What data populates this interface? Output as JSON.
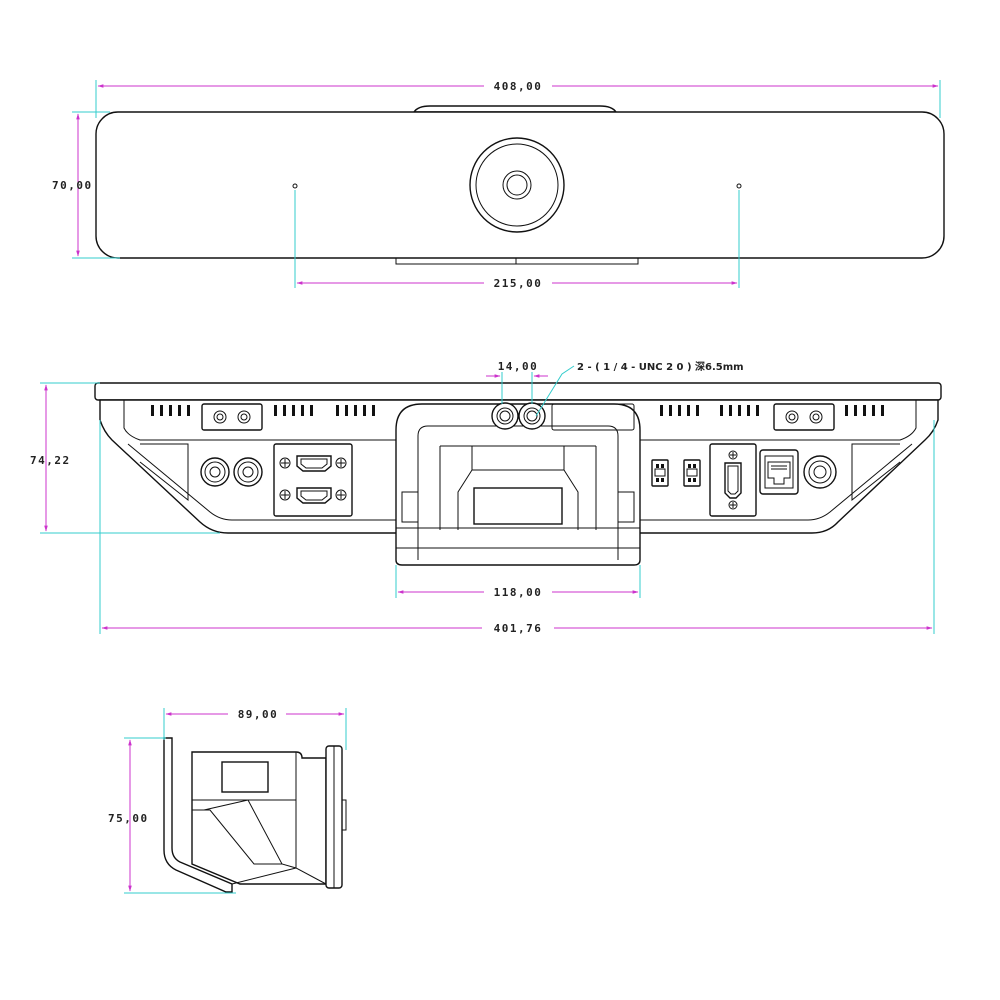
{
  "front_view": {
    "width_dim": "408,00",
    "height_dim": "70,00",
    "mic_spacing_dim": "215,00"
  },
  "bottom_view": {
    "mount_spacing_dim": "14,00",
    "mount_note": "2 - ( 1 / 4 - UNC 2 0 ) 深6.5mm",
    "height_dim": "74,22",
    "bracket_dim": "118,00",
    "width_dim": "401,76"
  },
  "side_view": {
    "depth_dim": "89,00",
    "height_dim": "75,00"
  },
  "colors": {
    "dimension_line": "#cc33cc",
    "extension_line": "#33cccc",
    "outline": "#111111"
  }
}
